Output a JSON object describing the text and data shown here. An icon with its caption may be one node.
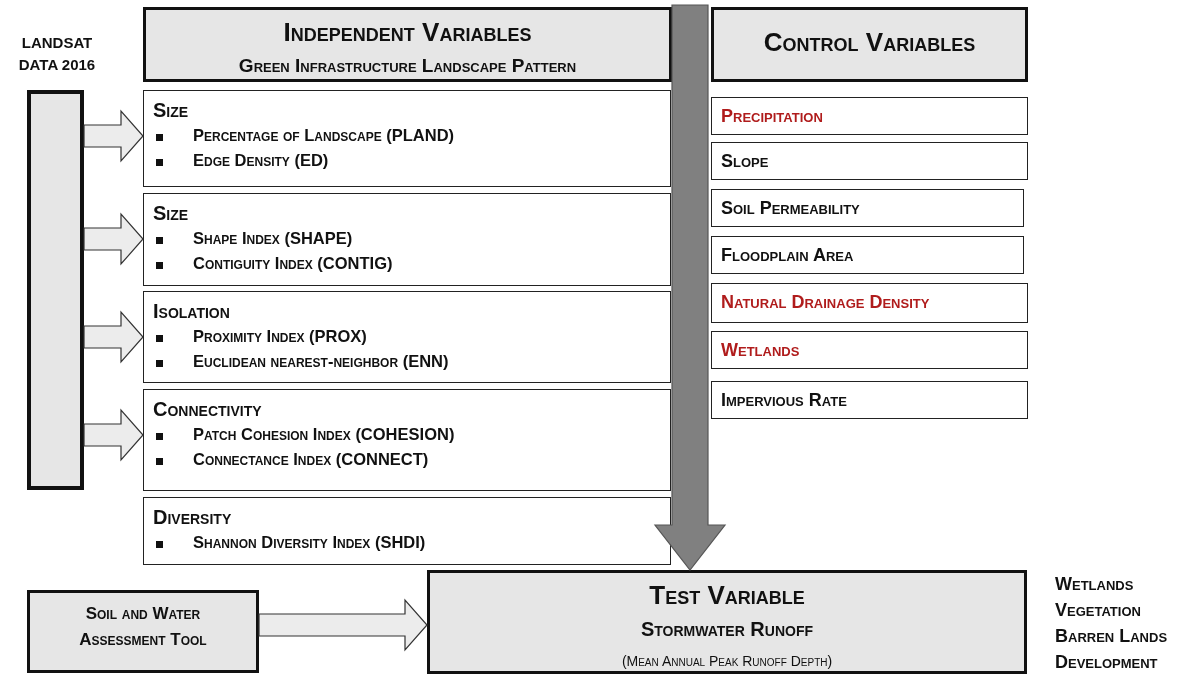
{
  "diagram": {
    "nodes": [
      {
        "text": [
          "Independent Variables",
          "Green Infrastructure Landscape Pattern"
        ]
      },
      {
        "text": [
          "Control Variables"
        ]
      },
      {
        "text": [],
        "shape": "box",
        "beside": [
          "LANDSAT DATA 2016"
        ]
      },
      {
        "text": [
          "Size",
          "Percentage of Landscape (PLAND)",
          "Edge Density (ED)"
        ]
      },
      {
        "text": [
          "Size",
          "Shape Index (SHAPE)",
          "Contiguity Index (CONTIG)"
        ]
      },
      {
        "text": [
          "Isolation",
          "Proximity Index (PROX)",
          "Euclidean nearest-neighbor (ENN)"
        ]
      },
      {
        "text": [
          "Connectivity",
          "Patch Cohesion Index  (COHESION)",
          "Connectance Index (CONNECT)"
        ]
      },
      {
        "text": [
          "Diversity",
          "Shannon Diversity Index (SHDI)"
        ]
      },
      {
        "text": [
          "Precipitation"
        ]
      },
      {
        "text": [
          "Slope"
        ]
      },
      {
        "text": [
          "Soil Permeability"
        ]
      },
      {
        "text": [
          "Floodplain Area"
        ]
      },
      {
        "text": [
          "Natural Drainage Density"
        ]
      },
      {
        "text": [
          "Wetlands"
        ]
      },
      {
        "text": [
          "Impervious Rate"
        ]
      },
      {
        "text": [
          "Soil and Water Assessment Tool"
        ]
      },
      {
        "text": [
          "Test Variable",
          "Stormwater Runoff",
          "(Mean Annual Peak Runoff Depth)"
        ]
      }
    ],
    "edges": [
      {
        "from": 2,
        "to": 3,
        "arrow": "to"
      },
      {
        "from": 2,
        "to": 4,
        "arrow": "to"
      },
      {
        "from": 2,
        "to": 5,
        "arrow": "to"
      },
      {
        "from": 2,
        "to": 6,
        "arrow": "to"
      },
      {
        "from": 15,
        "to": 16,
        "arrow": "to"
      },
      {
        "from": null,
        "to": 16,
        "arrow": "to",
        "style": "thick",
        "color": "#808080"
      }
    ],
    "labels": [
      "Wetlands",
      "Vegetation",
      "Barren Lands",
      "Development"
    ]
  }
}
